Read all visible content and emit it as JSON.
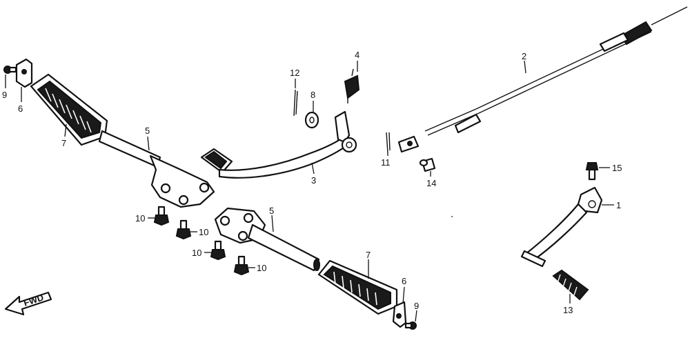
{
  "diagram": {
    "direction_label": "FWD",
    "callouts": {
      "kick_starter_arm": "1",
      "brake_cable": "2",
      "brake_pedal": "3",
      "return_spring": "4",
      "footpeg_bar_left": "5",
      "footpeg_bar_right": "5",
      "footpeg_bracket_left": "6",
      "footpeg_bracket_right": "6",
      "footpeg_rubber_left": "7",
      "footpeg_rubber_right": "7",
      "washer": "8",
      "bolt_left": "9",
      "bolt_right": "9",
      "flange_bolt_a": "10",
      "flange_bolt_b": "10",
      "flange_bolt_c": "10",
      "flange_bolt_d": "10",
      "cotter_pin_cable": "11",
      "cotter_pin_pedal": "12",
      "kick_rubber": "13",
      "clevis_pin": "14",
      "arm_bolt": "15"
    }
  }
}
